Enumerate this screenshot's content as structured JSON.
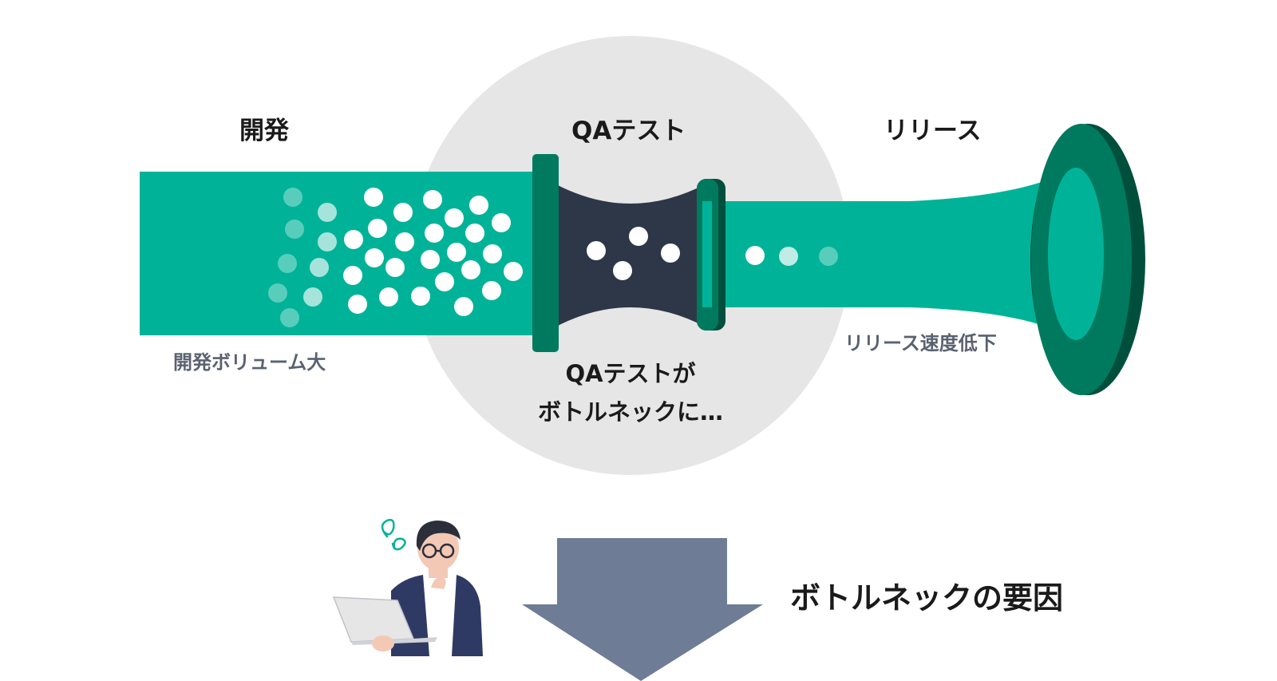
{
  "stages": {
    "dev": "開発",
    "qa": "QAテスト",
    "release": "リリース"
  },
  "notes": {
    "dev_volume": "開発ボリューム大",
    "release_slow": "リリース速度低下"
  },
  "bottleneck_caption": {
    "line1": "QAテストが",
    "line2": "ボトルネックに…"
  },
  "result_label": "ボトルネックの要因",
  "colors": {
    "pipe": "#00b398",
    "flange": "#007a5e",
    "flange_dark": "#004f3d",
    "neck": "#2d3748",
    "circle": "#e6e6e6",
    "arrow": "#6e7d95"
  },
  "icons": {
    "person": "confused-person-with-laptop-icon",
    "arrow": "down-arrow-icon"
  }
}
